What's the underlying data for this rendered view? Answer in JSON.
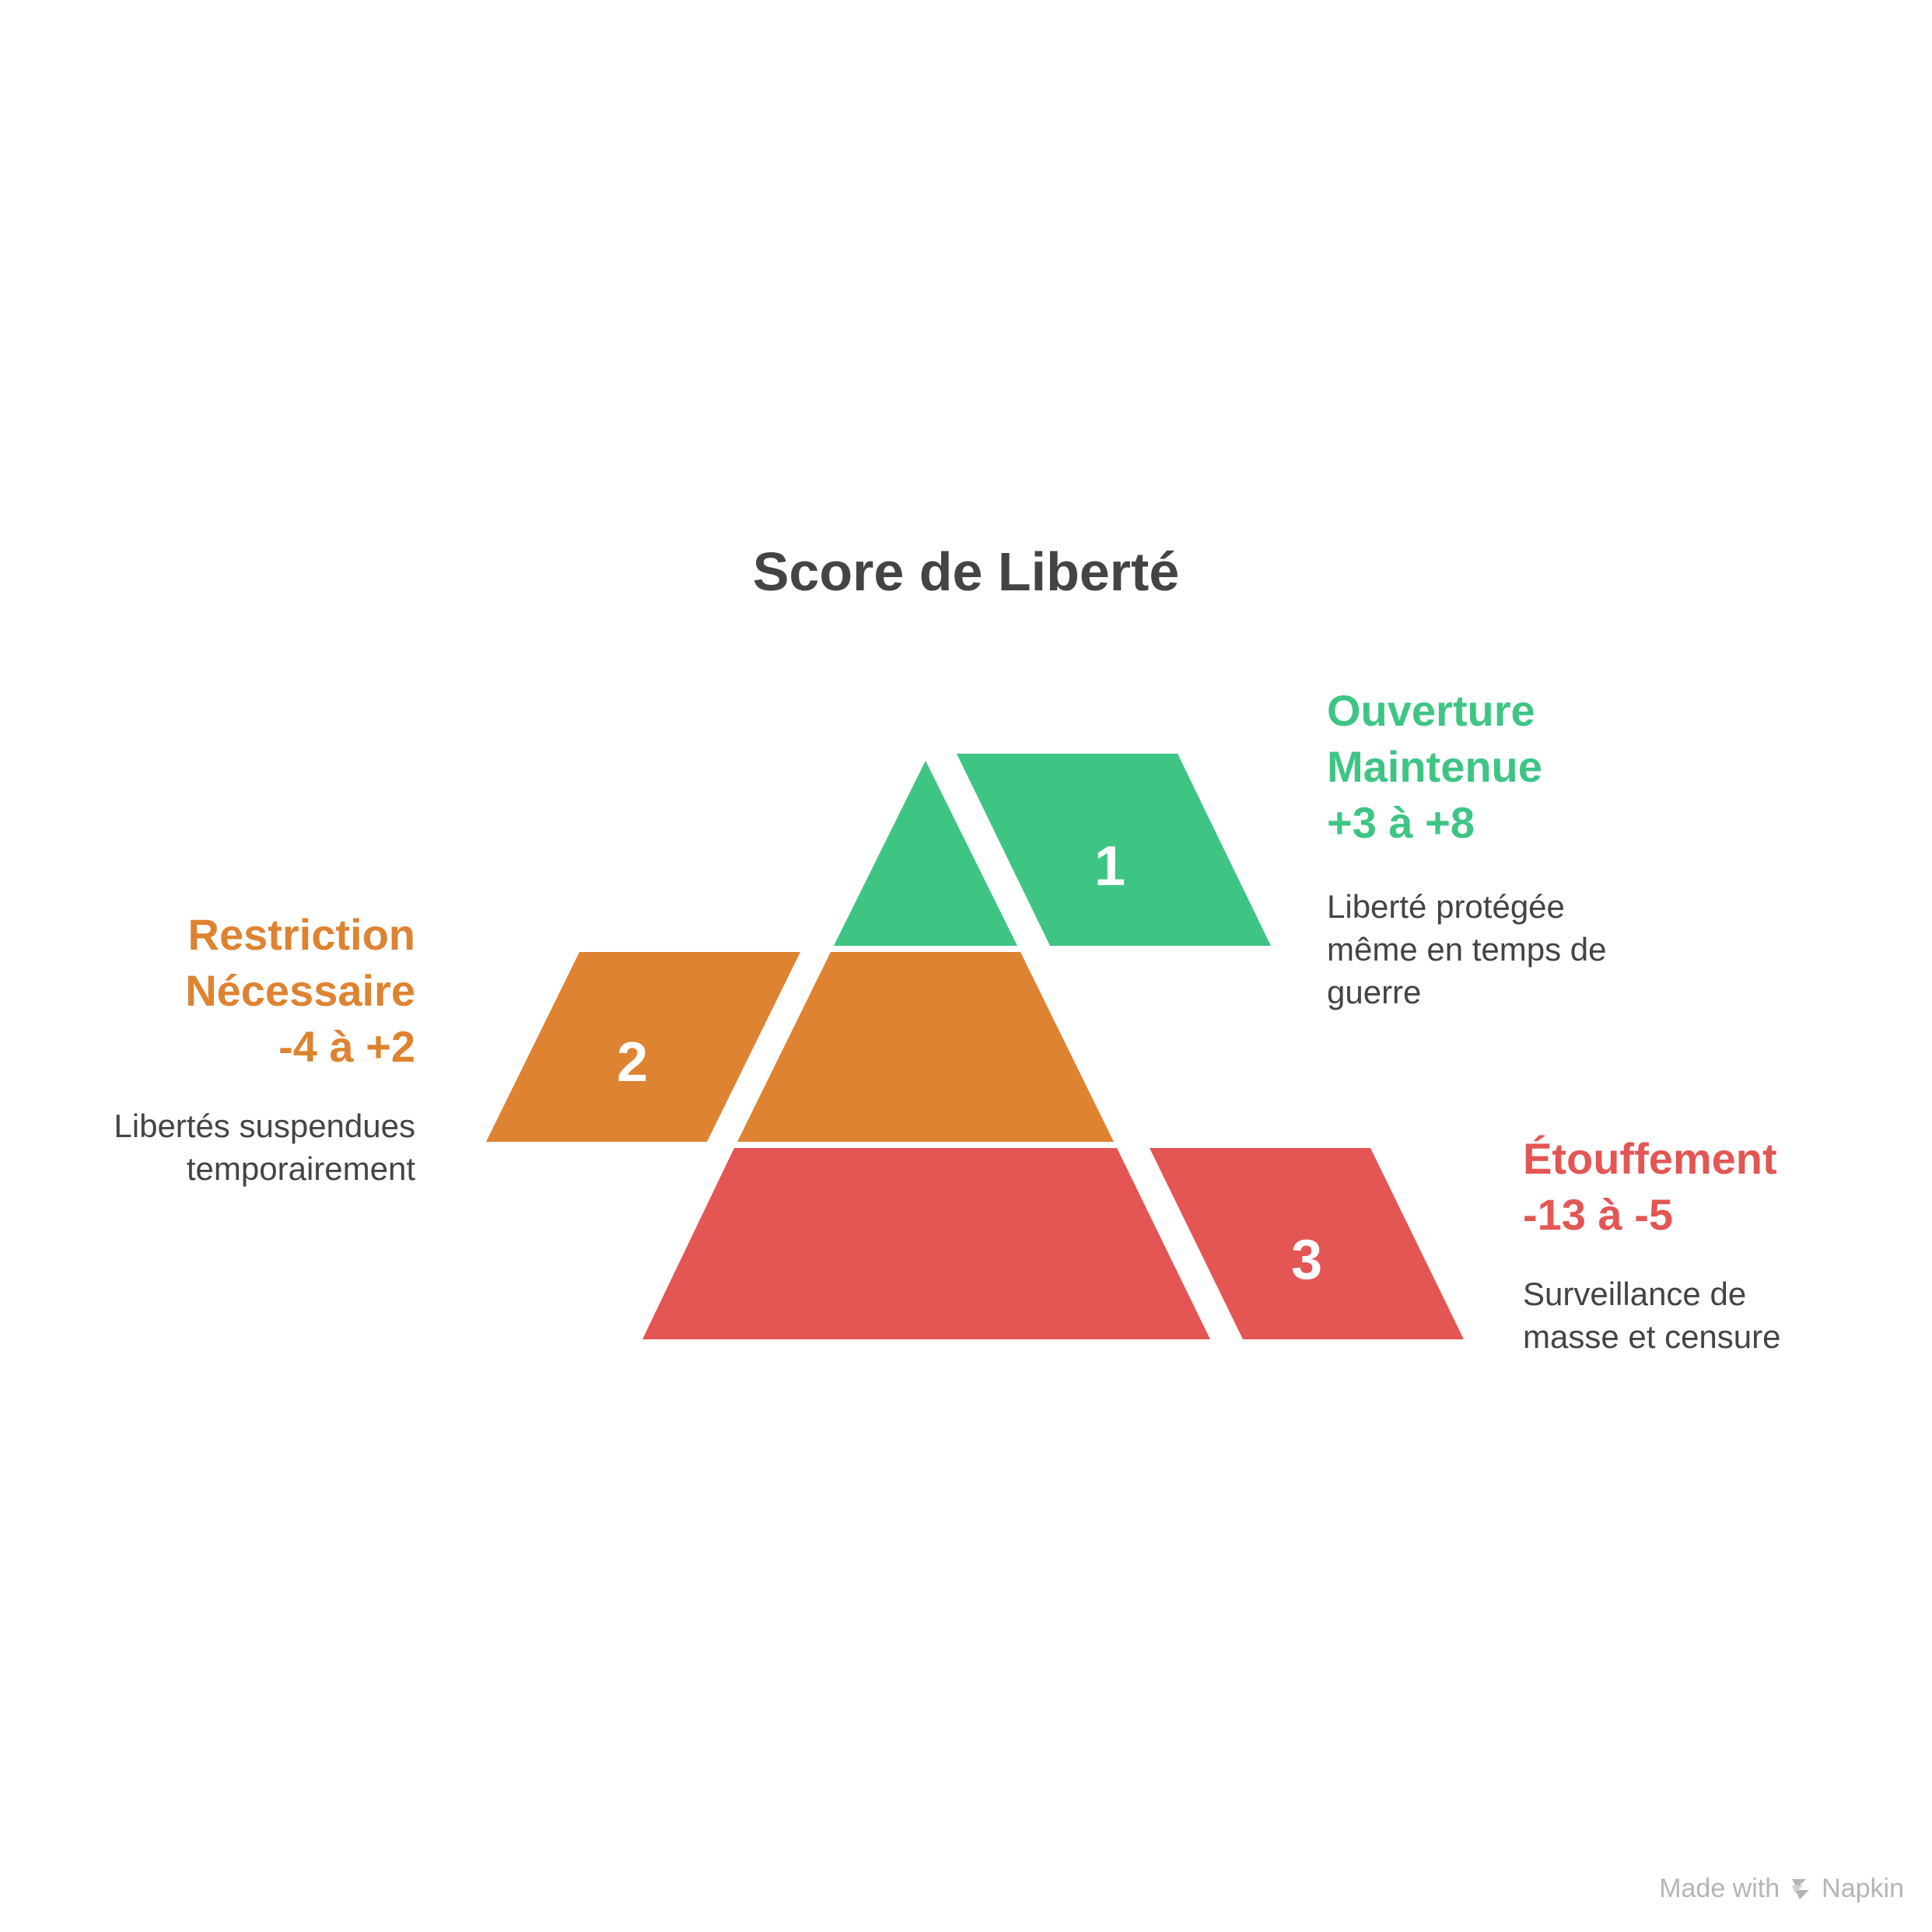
{
  "title": "Score de Liberté",
  "levels": [
    {
      "number": "1",
      "heading_lines": [
        "Ouverture",
        "Maintenue",
        "+3 à +8"
      ],
      "description_lines": [
        "Liberté protégée",
        "même en temps de",
        "guerre"
      ],
      "color": "#3EC584"
    },
    {
      "number": "2",
      "heading_lines": [
        "Restriction",
        "Nécessaire",
        "-4 à +2"
      ],
      "description_lines": [
        "Libertés suspendues",
        "temporairement"
      ],
      "color": "#DE8331"
    },
    {
      "number": "3",
      "heading_lines": [
        "Étouffement",
        "-13 à -5"
      ],
      "description_lines": [
        "Surveillance de",
        "masse et censure"
      ],
      "color": "#E35654"
    }
  ],
  "footer": {
    "made_with": "Made with",
    "brand": "Napkin",
    "icon": "napkin-logo-icon"
  }
}
